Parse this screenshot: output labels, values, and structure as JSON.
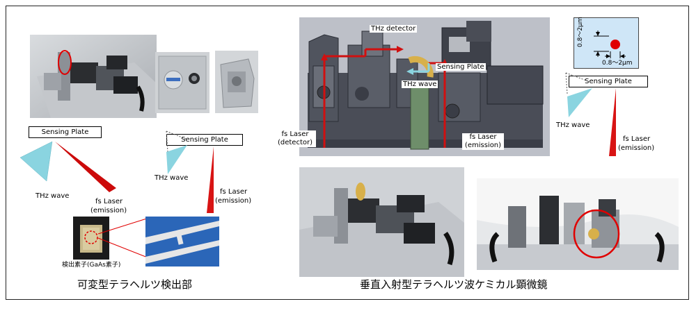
{
  "left_panel": {
    "diagram_a": {
      "sensing_plate": "Sensing Plate",
      "thz_wave": "THz wave",
      "fs_laser": "fs Laser",
      "emission": "(emission)"
    },
    "diagram_b": {
      "sensing_plate": "Sensing Plate",
      "thz_wave": "THz wave",
      "fs_laser": "fs Laser",
      "emission": "(emission)"
    },
    "detector_element_label": "検出素子(GaAs素子)",
    "caption": "可変型テラヘルツ検出部"
  },
  "right_panel": {
    "cad": {
      "thz_detector": "THz detector",
      "sensing_plate": "Sensing Plate",
      "thz_wave": "THz wave",
      "fs_laser_detector_1": "fs Laser",
      "fs_laser_detector_2": "(detector)",
      "fs_laser_emission_1": "fs Laser",
      "fs_laser_emission_2": "(emission)"
    },
    "spot_size": {
      "vertical": "0.8～2μm",
      "horizontal": "0.8～2μm"
    },
    "diagram_c": {
      "sensing_plate": "Sensing Plate",
      "thz_wave": "THz wave",
      "fs_laser": "fs Laser",
      "emission": "(emission)"
    },
    "caption": "垂直入射型テラヘルツ波ケミカル顕微鏡"
  },
  "colors": {
    "laser_red": "#d01010",
    "thz_cyan": "#8ad4e0",
    "cad_bg": "#b9bcc4",
    "cad_dark": "#3a3d47",
    "highlight_red": "#e00000"
  }
}
